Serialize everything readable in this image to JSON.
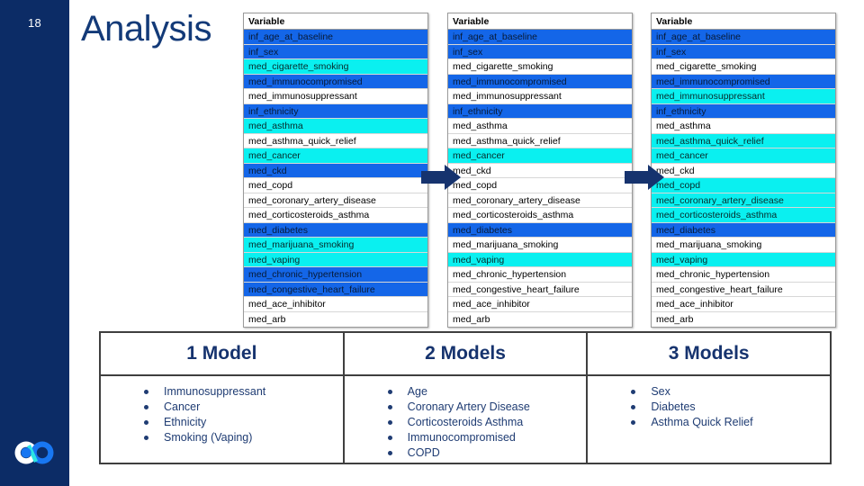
{
  "slide": {
    "number": "18",
    "title": "Analysis",
    "rail_color": "#0C2C66",
    "title_color": "#133A78",
    "logo_name": "company-infinity-logo"
  },
  "palette": {
    "highlight_blue": "#1466E8",
    "highlight_cyan": "#0AF0F0",
    "none": "#ffffff",
    "arrow": "#16336E",
    "summary_text": "#1F3C73"
  },
  "variable_tables": [
    {
      "id": "model-1-variables",
      "header": "Variable",
      "rows": [
        {
          "label": "inf_age_at_baseline",
          "highlight": "blue"
        },
        {
          "label": "inf_sex",
          "highlight": "blue"
        },
        {
          "label": "med_cigarette_smoking",
          "highlight": "cyan"
        },
        {
          "label": "med_immunocompromised",
          "highlight": "blue"
        },
        {
          "label": "med_immunosuppressant",
          "highlight": "none"
        },
        {
          "label": "inf_ethnicity",
          "highlight": "blue"
        },
        {
          "label": "med_asthma",
          "highlight": "cyan"
        },
        {
          "label": "med_asthma_quick_relief",
          "highlight": "none"
        },
        {
          "label": "med_cancer",
          "highlight": "cyan"
        },
        {
          "label": "med_ckd",
          "highlight": "blue"
        },
        {
          "label": "med_copd",
          "highlight": "none"
        },
        {
          "label": "med_coronary_artery_disease",
          "highlight": "none"
        },
        {
          "label": "med_corticosteroids_asthma",
          "highlight": "none"
        },
        {
          "label": "med_diabetes",
          "highlight": "blue"
        },
        {
          "label": "med_marijuana_smoking",
          "highlight": "cyan"
        },
        {
          "label": "med_vaping",
          "highlight": "cyan"
        },
        {
          "label": "med_chronic_hypertension",
          "highlight": "blue"
        },
        {
          "label": "med_congestive_heart_failure",
          "highlight": "blue"
        },
        {
          "label": "med_ace_inhibitor",
          "highlight": "none"
        },
        {
          "label": "med_arb",
          "highlight": "none"
        }
      ]
    },
    {
      "id": "model-2-variables",
      "header": "Variable",
      "rows": [
        {
          "label": "inf_age_at_baseline",
          "highlight": "blue"
        },
        {
          "label": "inf_sex",
          "highlight": "blue"
        },
        {
          "label": "med_cigarette_smoking",
          "highlight": "none"
        },
        {
          "label": "med_immunocompromised",
          "highlight": "blue"
        },
        {
          "label": "med_immunosuppressant",
          "highlight": "none"
        },
        {
          "label": "inf_ethnicity",
          "highlight": "blue"
        },
        {
          "label": "med_asthma",
          "highlight": "none"
        },
        {
          "label": "med_asthma_quick_relief",
          "highlight": "none"
        },
        {
          "label": "med_cancer",
          "highlight": "cyan"
        },
        {
          "label": "med_ckd",
          "highlight": "none"
        },
        {
          "label": "med_copd",
          "highlight": "none"
        },
        {
          "label": "med_coronary_artery_disease",
          "highlight": "none"
        },
        {
          "label": "med_corticosteroids_asthma",
          "highlight": "none"
        },
        {
          "label": "med_diabetes",
          "highlight": "blue"
        },
        {
          "label": "med_marijuana_smoking",
          "highlight": "none"
        },
        {
          "label": "med_vaping",
          "highlight": "cyan"
        },
        {
          "label": "med_chronic_hypertension",
          "highlight": "none"
        },
        {
          "label": "med_congestive_heart_failure",
          "highlight": "none"
        },
        {
          "label": "med_ace_inhibitor",
          "highlight": "none"
        },
        {
          "label": "med_arb",
          "highlight": "none"
        }
      ]
    },
    {
      "id": "model-3-variables",
      "header": "Variable",
      "rows": [
        {
          "label": "inf_age_at_baseline",
          "highlight": "blue"
        },
        {
          "label": "inf_sex",
          "highlight": "blue"
        },
        {
          "label": "med_cigarette_smoking",
          "highlight": "none"
        },
        {
          "label": "med_immunocompromised",
          "highlight": "blue"
        },
        {
          "label": "med_immunosuppressant",
          "highlight": "cyan"
        },
        {
          "label": "inf_ethnicity",
          "highlight": "blue"
        },
        {
          "label": "med_asthma",
          "highlight": "none"
        },
        {
          "label": "med_asthma_quick_relief",
          "highlight": "cyan"
        },
        {
          "label": "med_cancer",
          "highlight": "cyan"
        },
        {
          "label": "med_ckd",
          "highlight": "none"
        },
        {
          "label": "med_copd",
          "highlight": "cyan"
        },
        {
          "label": "med_coronary_artery_disease",
          "highlight": "cyan"
        },
        {
          "label": "med_corticosteroids_asthma",
          "highlight": "cyan"
        },
        {
          "label": "med_diabetes",
          "highlight": "blue"
        },
        {
          "label": "med_marijuana_smoking",
          "highlight": "none"
        },
        {
          "label": "med_vaping",
          "highlight": "cyan"
        },
        {
          "label": "med_chronic_hypertension",
          "highlight": "none"
        },
        {
          "label": "med_congestive_heart_failure",
          "highlight": "none"
        },
        {
          "label": "med_ace_inhibitor",
          "highlight": "none"
        },
        {
          "label": "med_arb",
          "highlight": "none"
        }
      ]
    }
  ],
  "arrows": [
    {
      "name": "flow-arrow-right-1",
      "direction": "right"
    },
    {
      "name": "flow-arrow-right-2",
      "direction": "right"
    }
  ],
  "summary": {
    "columns": [
      {
        "header": "1 Model",
        "items": [
          "Immunosuppressant",
          "Cancer",
          "Ethnicity",
          "Smoking (Vaping)"
        ]
      },
      {
        "header": "2 Models",
        "items": [
          "Age",
          "Coronary Artery Disease",
          "Corticosteroids Asthma",
          "Immunocompromised",
          "COPD"
        ]
      },
      {
        "header": "3 Models",
        "items": [
          "Sex",
          "Diabetes",
          "Asthma Quick Relief"
        ]
      }
    ]
  }
}
